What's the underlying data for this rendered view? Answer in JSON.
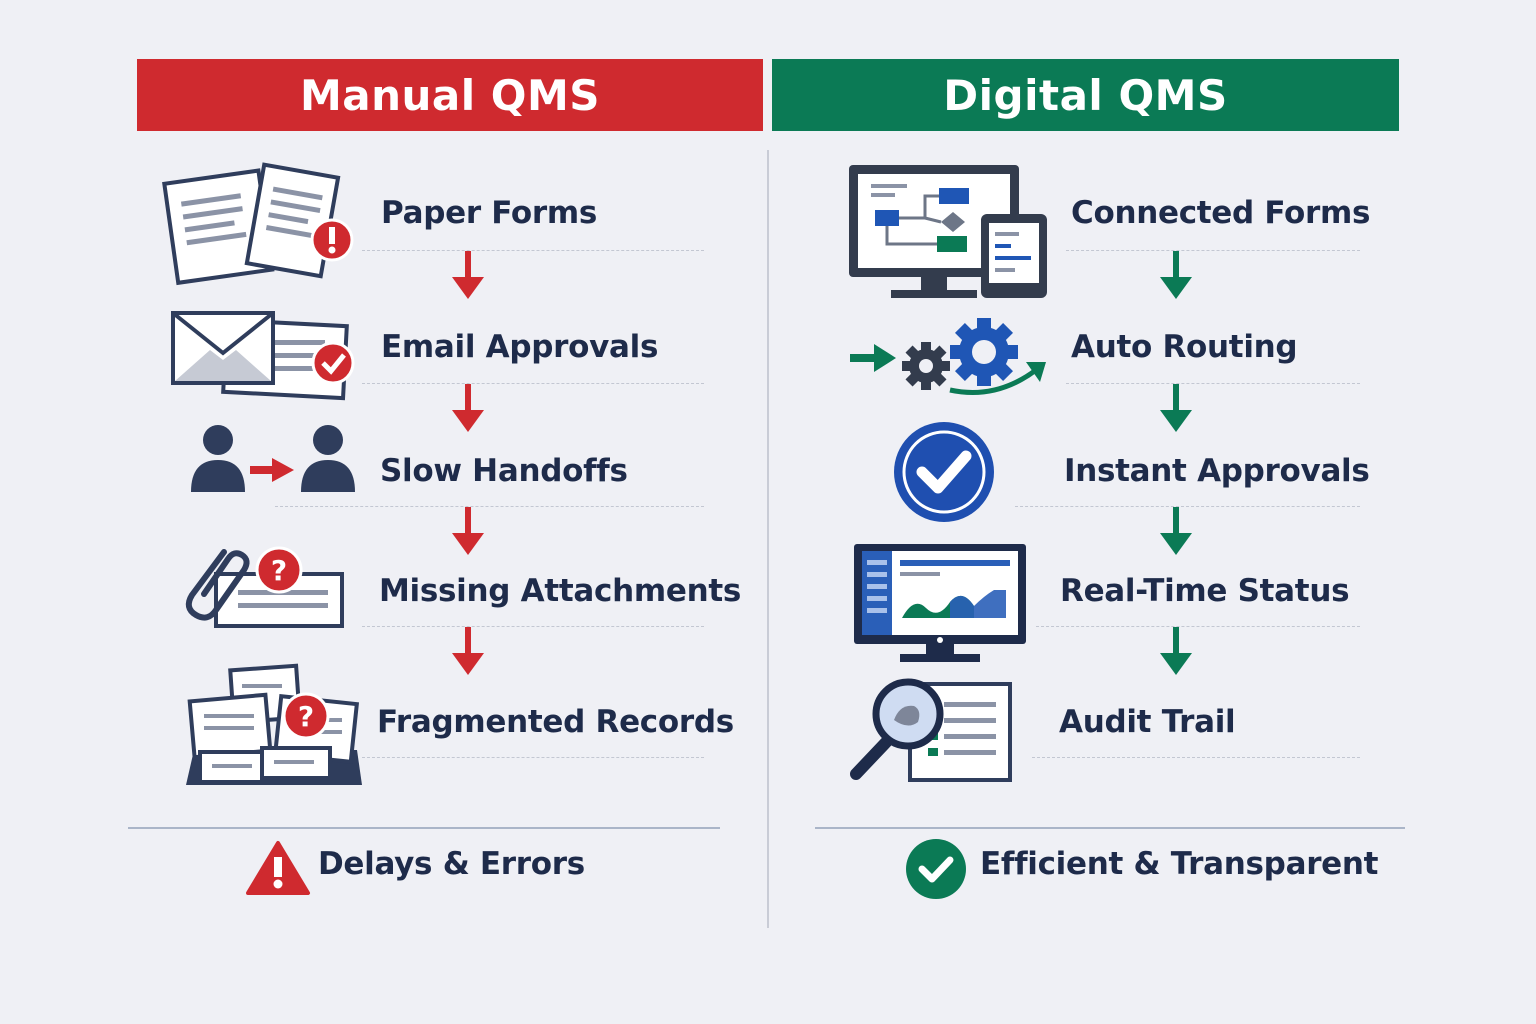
{
  "manual": {
    "title": "Manual QMS",
    "color": "#cf2a2f",
    "steps": [
      {
        "label": "Paper Forms",
        "icon": "paper-forms-alert-icon"
      },
      {
        "label": "Email Approvals",
        "icon": "email-approval-check-icon"
      },
      {
        "label": "Slow Handoffs",
        "icon": "person-handoff-icon"
      },
      {
        "label": "Missing Attachments",
        "icon": "paperclip-question-icon"
      },
      {
        "label": "Fragmented Records",
        "icon": "scattered-documents-question-icon"
      }
    ],
    "summary": {
      "label": "Delays & Errors",
      "icon": "warning-triangle-icon"
    }
  },
  "digital": {
    "title": "Digital QMS",
    "color": "#0b7a55",
    "steps": [
      {
        "label": "Connected Forms",
        "icon": "monitor-tablet-workflow-icon"
      },
      {
        "label": "Auto Routing",
        "icon": "gears-routing-icon"
      },
      {
        "label": "Instant Approvals",
        "icon": "checkmark-circle-icon"
      },
      {
        "label": "Real-Time Status",
        "icon": "dashboard-monitor-icon"
      },
      {
        "label": "Audit Trail",
        "icon": "magnifier-checklist-icon"
      }
    ],
    "summary": {
      "label": "Efficient & Transparent",
      "icon": "check-circle-icon"
    }
  }
}
